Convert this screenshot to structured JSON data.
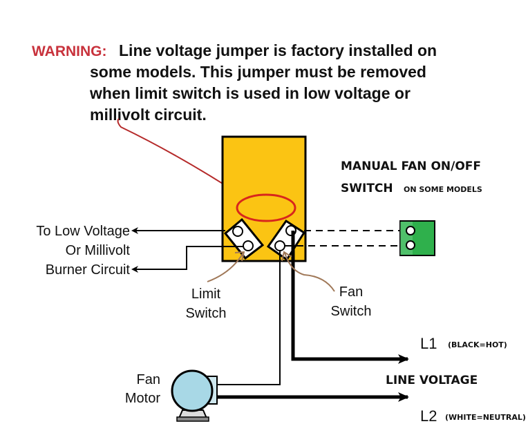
{
  "warning": {
    "label": "WARNING:",
    "lines": [
      "Line voltage jumper is factory installed on",
      "some models. This jumper must be removed",
      "when limit switch is used in low voltage or",
      "millivolt circuit."
    ]
  },
  "manual_switch": {
    "title_line1": "MANUAL FAN ON/OFF",
    "title_line2": "SWITCH",
    "note": "ON SOME MODELS"
  },
  "burner_circuit": {
    "lines": [
      "To Low Voltage",
      "Or Millivolt",
      "Burner Circuit"
    ]
  },
  "limit_switch": {
    "lines": [
      "Limit",
      "Switch"
    ]
  },
  "fan_switch": {
    "lines": [
      "Fan",
      "Switch"
    ]
  },
  "fan_motor": {
    "lines": [
      "Fan",
      "Motor"
    ]
  },
  "line_voltage": {
    "title": "LINE VOLTAGE",
    "l1": {
      "label": "L1",
      "note": "(BLACK=HOT)"
    },
    "l2": {
      "label": "L2",
      "note": "(WHITE=NEUTRAL)"
    }
  },
  "colors": {
    "warning_red": "#c8323c",
    "control_box": "#fbc413",
    "jumper_ellipse": "#d8261c",
    "pointer_arrow": "#b52a2a",
    "callout_lines": "#a07858",
    "manual_switch": "#2fb04c",
    "motor_body": "#a8d8e6"
  }
}
